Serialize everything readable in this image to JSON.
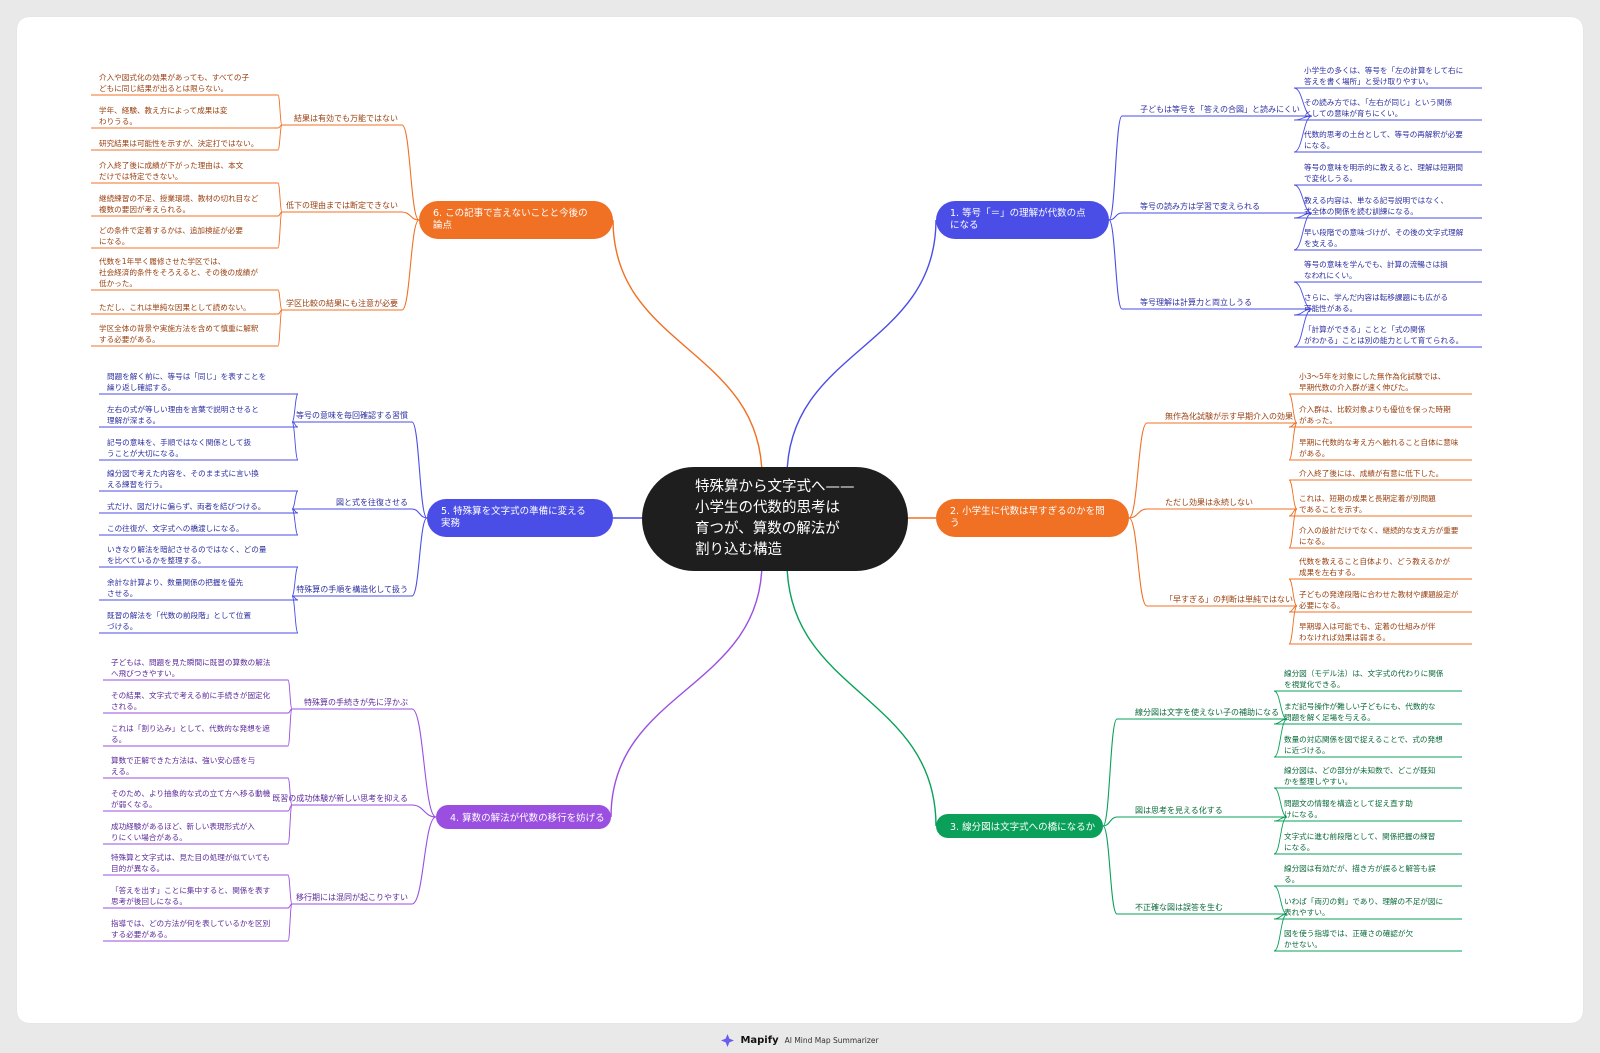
{
  "center": {
    "lines": [
      "特殊算から文字式へ——",
      "小学生の代数的思考は",
      "育つが、算数の解法が",
      "割り込む構造"
    ]
  },
  "colors": {
    "center": "#1e1e1e",
    "b1": "#4a4ee6",
    "b2": "#f07024",
    "b3": "#0aa05a",
    "b4": "#9a4fe0",
    "b5": "#4a4ee6",
    "b6": "#f07024",
    "text1": "#2c2ea0",
    "text2": "#9a4010",
    "text3": "#0a6a3a",
    "text4": "#5a2a9a"
  },
  "footer": {
    "brand": "Mapify",
    "tagline": "AI Mind Map Summarizer"
  },
  "branches": [
    {
      "label": [
        "1. 等号「＝」の理解が代数の点",
        "になる"
      ],
      "subs": [
        {
          "label": "子どもは等号を「答えの合図」と読みにくい",
          "leaves": [
            [
              "小学生の多くは、等号を「左の計算をして右に",
              "答えを書く場所」と受け取りやすい。"
            ],
            [
              "その読み方では、「左右が同じ」という関係",
              "としての意味が育ちにくい。"
            ],
            [
              "代数的思考の土台として、等号の再解釈が必要",
              "になる。"
            ]
          ]
        },
        {
          "label": "等号の読み方は学習で変えられる",
          "leaves": [
            [
              "等号の意味を明示的に教えると、理解は短期間",
              "で変化しうる。"
            ],
            [
              "教える内容は、単なる記号説明ではなく、",
              "式全体の関係を読む訓練になる。"
            ],
            [
              "早い段階での意味づけが、その後の文字式理解",
              "を支える。"
            ]
          ]
        },
        {
          "label": "等号理解は計算力と両立しうる",
          "leaves": [
            [
              "等号の意味を学んでも、計算の流暢さは損",
              "なわれにくい。"
            ],
            [
              "さらに、学んだ内容は転移課題にも広がる",
              "可能性がある。"
            ],
            [
              "「計算ができる」ことと「式の関係",
              "がわかる」ことは別の能力として育てられる。"
            ]
          ]
        }
      ]
    },
    {
      "label": [
        "2. 小学生に代数は早すぎるのかを問",
        "う"
      ],
      "subs": [
        {
          "label": "無作為化試験が示す早期介入の効果",
          "leaves": [
            [
              "小3〜5年を対象にした無作為化試験では、",
              "早期代数の介入群が速く伸びた。"
            ],
            [
              "介入群は、比較対象よりも優位を保った時期",
              "があった。"
            ],
            [
              "早期に代数的な考え方へ触れること自体に意味",
              "がある。"
            ]
          ]
        },
        {
          "label": "ただし効果は永続しない",
          "leaves": [
            [
              "介入終了後には、成績が有意に低下した。"
            ],
            [
              "これは、短期の成果と長期定着が別問題",
              "であることを示す。"
            ],
            [
              "介入の設計だけでなく、継続的な支え方が重要",
              "になる。"
            ]
          ]
        },
        {
          "label": "「早すぎる」の判断は単純ではない",
          "leaves": [
            [
              "代数を教えること自体より、どう教えるかが",
              "成果を左右する。"
            ],
            [
              "子どもの発達段階に合わせた教材や課題設定が",
              "必要になる。"
            ],
            [
              "早期導入は可能でも、定着の仕組みが伴",
              "わなければ効果は弱まる。"
            ]
          ]
        }
      ]
    },
    {
      "label": [
        "3. 線分図は文字式への橋になるか"
      ],
      "subs": [
        {
          "label": "線分図は文字を使えない子の補助になる",
          "leaves": [
            [
              "線分図（モデル法）は、文字式の代わりに関係",
              "を視覚化できる。"
            ],
            [
              "まだ記号操作が難しい子どもにも、代数的な",
              "問題を解く足場を与える。"
            ],
            [
              "数量の対応関係を図で捉えることで、式の発想",
              "に近づける。"
            ]
          ]
        },
        {
          "label": "図は思考を見える化する",
          "leaves": [
            [
              "線分図は、どの部分が未知数で、どこが既知",
              "かを整理しやすい。"
            ],
            [
              "問題文の情報を構造として捉え直す助",
              "けになる。"
            ],
            [
              "文字式に進む前段階として、関係把握の練習",
              "になる。"
            ]
          ]
        },
        {
          "label": "不正確な図は誤答を生む",
          "leaves": [
            [
              "線分図は有効だが、描き方が誤ると解答も誤",
              "る。"
            ],
            [
              "いわば「両刃の剣」であり、理解の不足が図に",
              "表れやすい。"
            ],
            [
              "図を使う指導では、正確さの確認が欠",
              "かせない。"
            ]
          ]
        }
      ]
    },
    {
      "label": [
        "4. 算数の解法が代数の移行を妨げる"
      ],
      "subs": [
        {
          "label": "特殊算の手続きが先に浮かぶ",
          "leaves": [
            [
              "子どもは、問題を見た瞬間に既習の算数の解法",
              "へ飛びつきやすい。"
            ],
            [
              "その結果、文字式で考える前に手続きが固定化",
              "される。"
            ],
            [
              "これは「割り込み」として、代数的な発想を遮",
              "る。"
            ]
          ]
        },
        {
          "label": "既習の成功体験が新しい思考を抑える",
          "leaves": [
            [
              "算数で正解できた方法は、強い安心感を与",
              "える。"
            ],
            [
              "そのため、より抽象的な式の立て方へ移る動機",
              "が弱くなる。"
            ],
            [
              "成功経験があるほど、新しい表現形式が入",
              "りにくい場合がある。"
            ]
          ]
        },
        {
          "label": "移行期には混同が起こりやすい",
          "leaves": [
            [
              "特殊算と文字式は、見た目の処理が似ていても",
              "目的が異なる。"
            ],
            [
              "「答えを出す」ことに集中すると、関係を表す",
              "思考が後回しになる。"
            ],
            [
              "指導では、どの方法が何を表しているかを区別",
              "する必要がある。"
            ]
          ]
        }
      ]
    },
    {
      "label": [
        "5. 特殊算を文字式の準備に変える",
        "実務"
      ],
      "subs": [
        {
          "label": "等号の意味を毎回確認する習慣",
          "leaves": [
            [
              "問題を解く前に、等号は「同じ」を表すことを",
              "繰り返し確認する。"
            ],
            [
              "左右の式が等しい理由を言葉で説明させると",
              "理解が深まる。"
            ],
            [
              "記号の意味を、手順ではなく関係として扱",
              "うことが大切になる。"
            ]
          ]
        },
        {
          "label": "図と式を往復させる",
          "leaves": [
            [
              "線分図で考えた内容を、そのまま式に言い換",
              "える練習を行う。"
            ],
            [
              "式だけ、図だけに偏らず、両者を結びつける。"
            ],
            [
              "この往復が、文字式への橋渡しになる。"
            ]
          ]
        },
        {
          "label": "特殊算の手順を構造化して扱う",
          "leaves": [
            [
              "いきなり解法を暗記させるのではなく、どの量",
              "を比べているかを整理する。"
            ],
            [
              "余計な計算より、数量関係の把握を優先",
              "させる。"
            ],
            [
              "既習の解法を「代数の前段階」として位置",
              "づける。"
            ]
          ]
        }
      ]
    },
    {
      "label": [
        "6. この記事で言えないことと今後の",
        "論点"
      ],
      "subs": [
        {
          "label": "結果は有効でも万能ではない",
          "leaves": [
            [
              "介入や図式化の効果があっても、すべての子",
              "どもに同じ結果が出るとは限らない。"
            ],
            [
              "学年、経験、教え方によって成果は変",
              "わりうる。"
            ],
            [
              "研究結果は可能性を示すが、決定打ではない。"
            ]
          ]
        },
        {
          "label": "低下の理由までは断定できない",
          "leaves": [
            [
              "介入終了後に成績が下がった理由は、本文",
              "だけでは特定できない。"
            ],
            [
              "継続練習の不足、授業環境、教材の切れ目など",
              "複数の要因が考えられる。"
            ],
            [
              "どの条件で定着するかは、追加検証が必要",
              "になる。"
            ]
          ]
        },
        {
          "label": "学区比較の結果にも注意が必要",
          "leaves": [
            [
              "代数を1年早く履修させた学区では、",
              "社会経済的条件をそろえると、その後の成績が",
              "低かった。"
            ],
            [
              "ただし、これは単純な因果として読めない。"
            ],
            [
              "学区全体の背景や実施方法を含めて慎重に解釈",
              "する必要がある。"
            ]
          ]
        }
      ]
    }
  ]
}
